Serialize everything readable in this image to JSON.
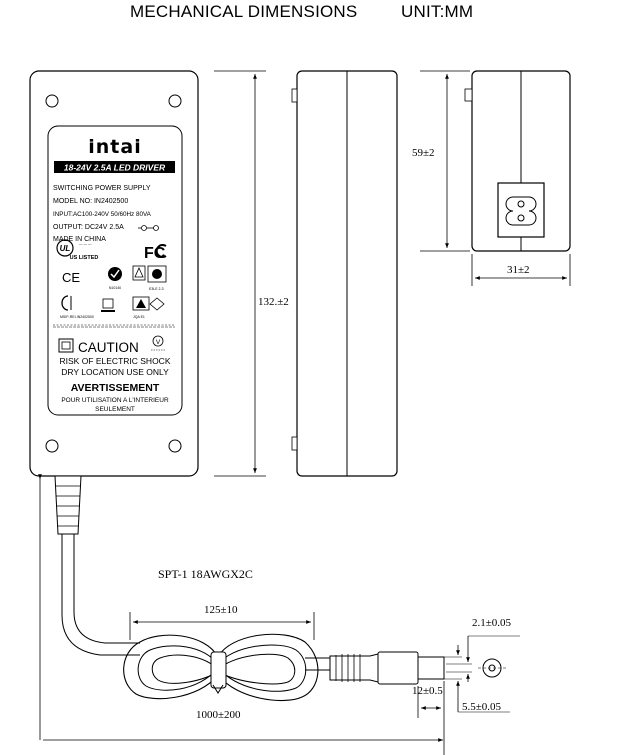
{
  "header": {
    "title": "MECHANICAL DIMENSIONS",
    "unit": "UNIT:MM"
  },
  "label": {
    "brand": "intai",
    "product_banner": "18-24V 2.5A LED DRIVER",
    "line1": "SWITCHING POWER SUPPLY",
    "line2": "MODEL NO: IN2402500",
    "line3": "INPUT:AC100-240V 50/60Hz 80VA",
    "line4": "OUTPUT: DC24V 2.5A",
    "line5": "MADE IN CHINA",
    "ul_listed": "US LISTED",
    "fcc": "FC",
    "caution": "CAUTION",
    "warning1": "RISK OF ELECTRIC SHOCK",
    "warning2": "DRY LOCATION USE ONLY",
    "avertissement": "AVERTISSEMENT",
    "fr1": "POUR UTILISATION A L'INTERIEUR",
    "fr2": "SEULEMENT"
  },
  "dimensions": {
    "length": "132.±2",
    "height": "59±2",
    "width": "31±2",
    "cable_type": "SPT-1 18AWGX2C",
    "coil_length": "125±10",
    "cable_length": "1000±200",
    "plug_length": "12±0.5",
    "inner_dia": "2.1±0.05",
    "outer_dia": "5.5±0.05"
  }
}
